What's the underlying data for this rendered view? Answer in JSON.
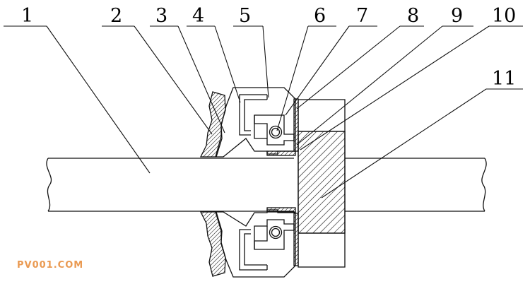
{
  "labels": [
    "1",
    "2",
    "3",
    "4",
    "5",
    "6",
    "7",
    "8",
    "9",
    "10",
    "11"
  ],
  "watermark": "PV001.COM",
  "colors": {
    "line": "#111111",
    "watermark": "#ea9a52",
    "background": "#ffffff"
  }
}
